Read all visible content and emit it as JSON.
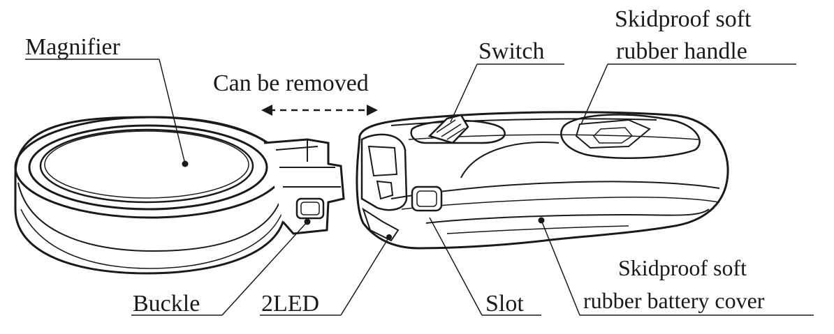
{
  "labels": {
    "magnifier": "Magnifier",
    "can_be_removed": "Can be removed",
    "switch": "Switch",
    "handle_line1": "Skidproof soft",
    "handle_line2": "rubber handle",
    "battery_line1": "Skidproof soft",
    "battery_line2": "rubber battery cover",
    "buckle": "Buckle",
    "led": "2LED",
    "slot": "Slot"
  },
  "colors": {
    "ink": "#1a1a1a",
    "background": "#ffffff"
  }
}
